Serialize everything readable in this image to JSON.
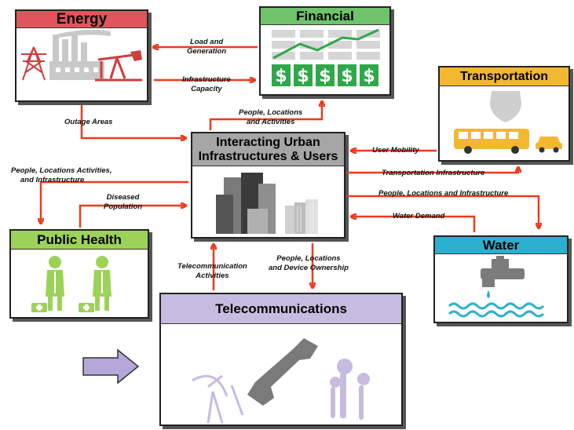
{
  "colors": {
    "arrow": "#ee3a1d",
    "energy": "#e0555c",
    "financial": "#6fc36a",
    "transportation": "#f3b832",
    "center": "#a6a6a6",
    "public_health": "#9dd25a",
    "water": "#2cb0cf",
    "telecom": "#c7bce0"
  },
  "boxes": {
    "energy": "Energy",
    "financial": "Financial",
    "transportation": "Transportation",
    "center": {
      "line1": "Interacting Urban",
      "line2": "Infrastructures & Users"
    },
    "public_health": "Public Health",
    "water": "Water",
    "telecom": "Telecommunications"
  },
  "icons": {
    "energy": "power-tower-factory-oil-pump-icon",
    "financial": "growth-chart-dollar-icon",
    "transportation": "highway-shield-bus-car-icon",
    "center": "city-buildings-icon",
    "public_health": "doctors-medical-kit-icon",
    "water": "faucet-waves-icon",
    "telecom": "satellite-phone-microphone-icon",
    "pointer": "purple-right-arrow-icon"
  },
  "labels": {
    "load_generation": {
      "line1": "Load and",
      "line2": "Generation"
    },
    "infra_capacity": {
      "line1": "Infrastructure",
      "line2": "Capacity"
    },
    "people_locations_activities": {
      "line1": "People, Locations",
      "line2": "and Activities"
    },
    "outage_areas": "Outage Areas",
    "user_mobility": "User Mobility",
    "transport_infra": "Transportation Infrastructure",
    "people_locations_infra": "People, Locations and Infrastructure",
    "water_demand": "Water Demand",
    "people_locations_activities_infra": {
      "line1": "People, Locations Activities,",
      "line2": "and Infrastructure"
    },
    "diseased_population": {
      "line1": "Diseased",
      "line2": "Population"
    },
    "telecom_activities": {
      "line1": "Telecommunication",
      "line2": "Activities"
    },
    "device_ownership": {
      "line1": "People, Locations",
      "line2": "and Device Ownership"
    }
  }
}
